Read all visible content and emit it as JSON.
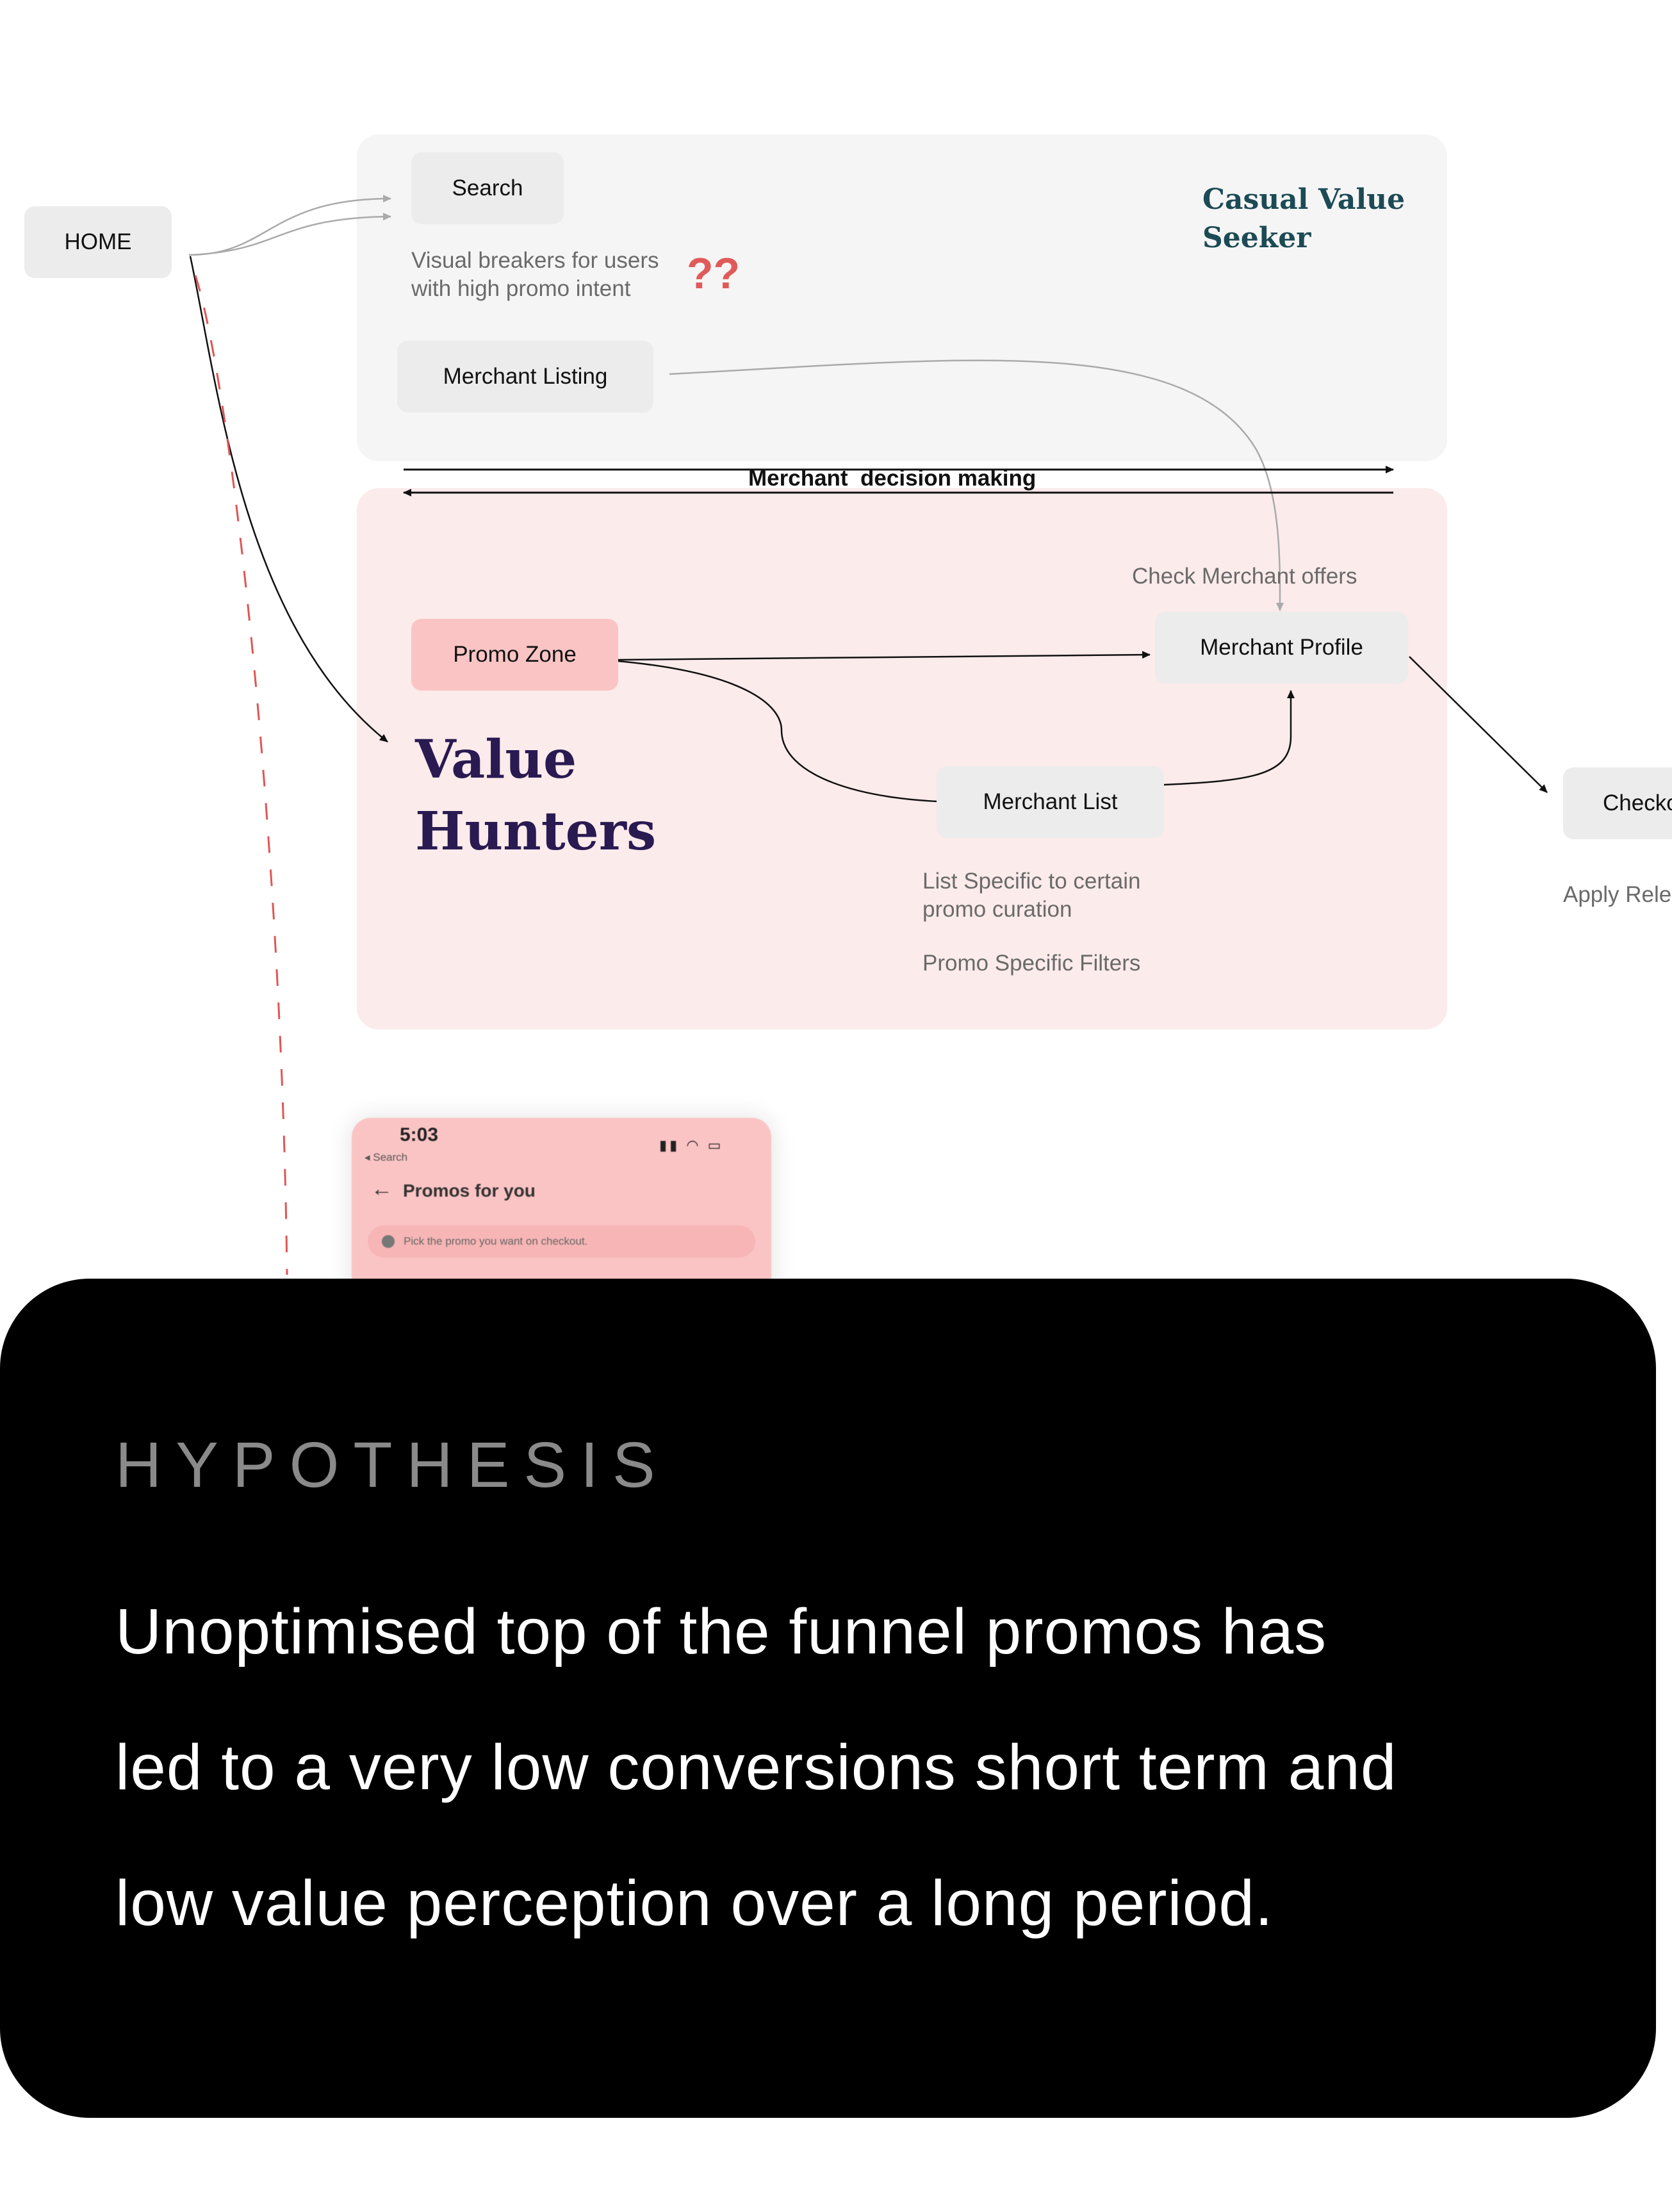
{
  "flow": {
    "home_label": "HOME",
    "casual_panel": {
      "title": "Casual Value\nSeeker",
      "search_label": "Search",
      "visual_breakers_note": "Visual breakers for users\nwith high promo intent",
      "question_marks": "??",
      "merchant_listing_label": "Merchant Listing"
    },
    "decision_label": "Merchant  decision making",
    "value_panel": {
      "title": "Value\nHunters",
      "promo_zone_label": "Promo Zone",
      "check_offers_note": "Check Merchant offers",
      "merchant_profile_label": "Merchant Profile",
      "merchant_list_label": "Merchant List",
      "list_note": "List Specific to certain\npromo curation",
      "filters_note": "Promo Specific Filters"
    },
    "checkout_label": "Checko",
    "apply_note": "Apply Rele"
  },
  "phone": {
    "time": "5:03",
    "back_label": "◂ Search",
    "title": "Promos for you",
    "banner": "Pick the promo you want on checkout."
  },
  "hypothesis": {
    "label": "HYPOTHESIS",
    "lines": [
      "Unoptimised top of the funnel promos has",
      "led to a very low conversions short term and",
      "low value perception over a long period."
    ]
  },
  "colors": {
    "casual_panel_bg": "#f5f5f5",
    "value_panel_bg": "#fcebeb",
    "promo_zone_bg": "#fbc4c4",
    "node_bg": "#ececec",
    "casual_title": "#1c4a55",
    "value_title": "#2a1a52",
    "question_marks": "#e15a5a",
    "dashed_line": "#e05555"
  }
}
